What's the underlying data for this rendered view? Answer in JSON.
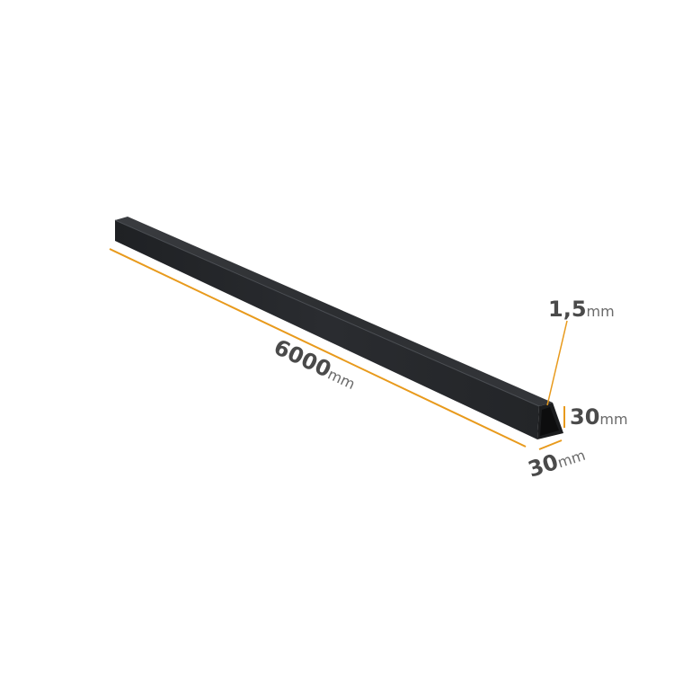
{
  "accent_color": "#e89a1c",
  "tube_color": "#26282b",
  "label_color": "#4a4a4a",
  "dimensions": {
    "length": {
      "value": "6000",
      "unit": "mm"
    },
    "height": {
      "value": "30",
      "unit": "mm"
    },
    "width": {
      "value": "30",
      "unit": "mm"
    },
    "thickness": {
      "value": "1,5",
      "unit": "mm"
    }
  }
}
